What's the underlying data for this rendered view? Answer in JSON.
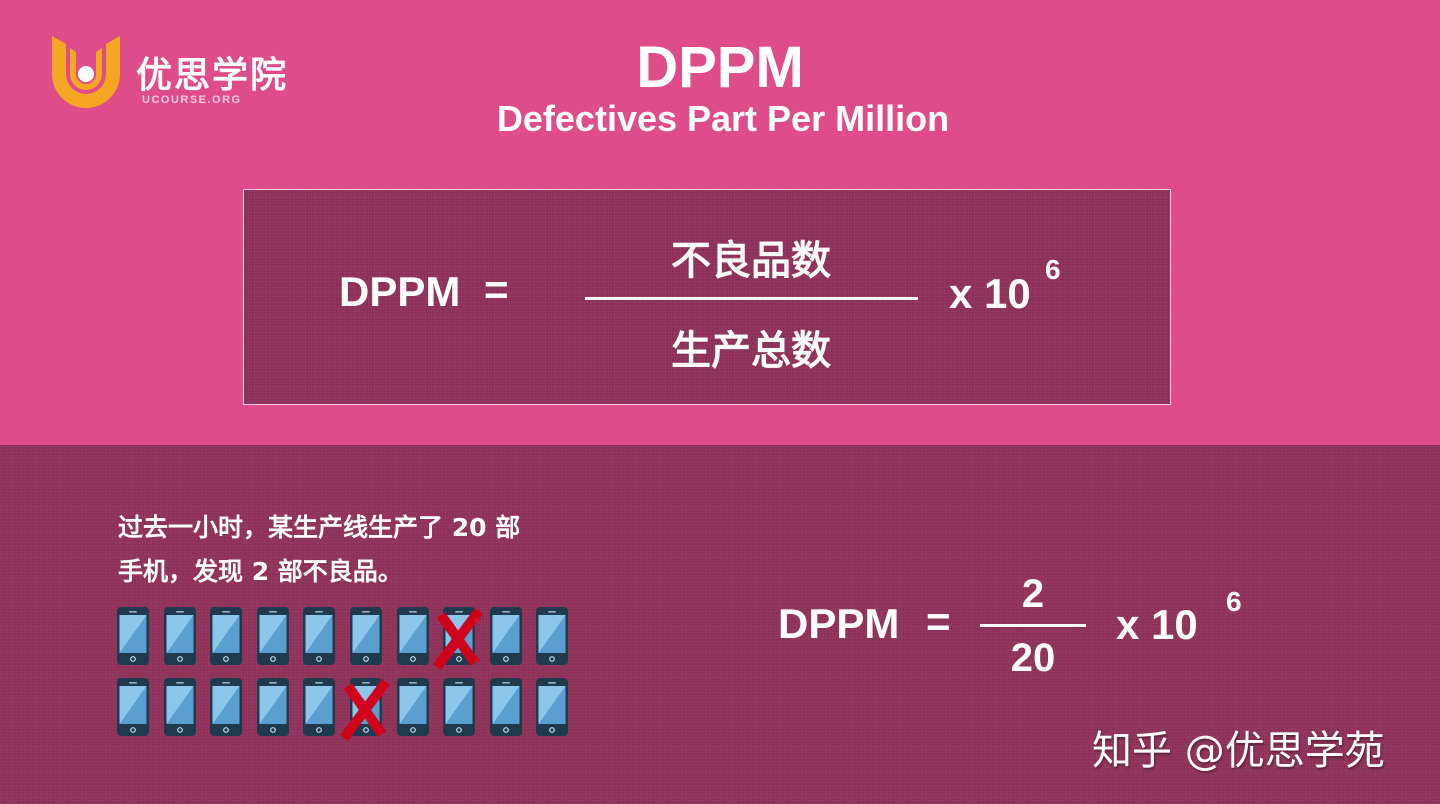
{
  "colors": {
    "top_background": "#de4d8a",
    "bottom_background": "#8f3159",
    "formula_box_background": "#8e3059",
    "logo_orange": "#f5a623",
    "phone_body": "#1f3a4d",
    "phone_screen": "#6fb3e0",
    "x_mark": "#d0021b"
  },
  "logo": {
    "icon": "ucourse-u-logo-icon",
    "name_cn": "优思学院",
    "domain": "UCOURSE.ORG"
  },
  "header": {
    "title": "DPPM",
    "subtitle": "Defectives Part Per Million"
  },
  "formula": {
    "lhs": "DPPM",
    "equals": "=",
    "numerator": "不良品数",
    "denominator": "生产总数",
    "multiplier": "x 10",
    "exponent": "6"
  },
  "example": {
    "problem_line1": "过去一小时，某生产线生产了 20 部",
    "problem_line2": "手机，发现 2 部不良品。",
    "phones": {
      "icon": "smartphone-icon",
      "defect_icon": "red-x-icon",
      "rows": [
        {
          "count": 10,
          "defective_index": 7
        },
        {
          "count": 10,
          "defective_index": 5
        }
      ],
      "total": 20,
      "defective": 2
    },
    "calc": {
      "lhs": "DPPM",
      "equals": "=",
      "numerator": "2",
      "denominator": "20",
      "multiplier": "x 10",
      "exponent": "6"
    }
  },
  "watermark": "知乎 @优思学苑"
}
